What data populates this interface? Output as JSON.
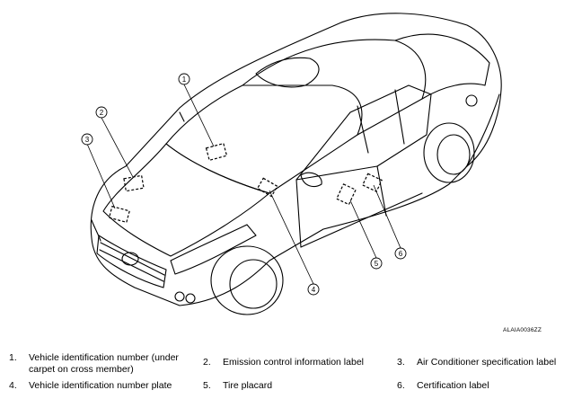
{
  "figure": {
    "code": "ALAIA0036ZZ",
    "callouts": [
      "1",
      "2",
      "3",
      "4",
      "5",
      "6"
    ]
  },
  "legend": [
    {
      "num": "1.",
      "text": "Vehicle identification number (under carpet on cross member)"
    },
    {
      "num": "2.",
      "text": "Emission control information label"
    },
    {
      "num": "3.",
      "text": "Air Conditioner specification label"
    },
    {
      "num": "4.",
      "text": "Vehicle identification number plate"
    },
    {
      "num": "5.",
      "text": "Tire placard"
    },
    {
      "num": "6.",
      "text": "Certification label"
    }
  ]
}
